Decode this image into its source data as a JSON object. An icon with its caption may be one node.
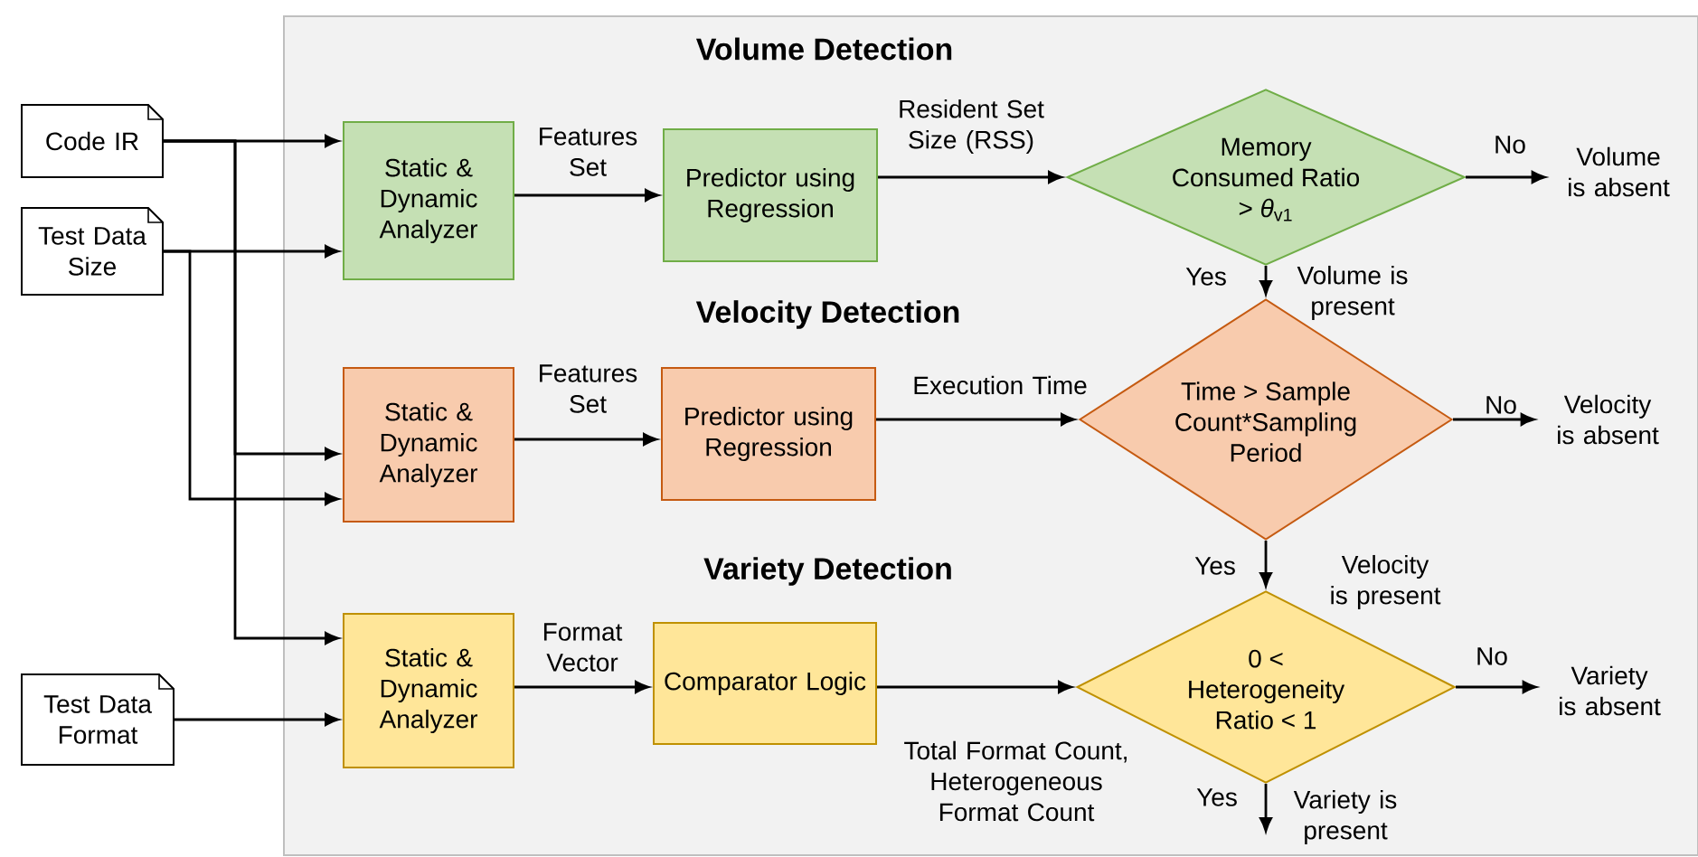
{
  "diagram": {
    "nodes": [
      {
        "text": [],
        "shape": "box"
      },
      {
        "text": [
          "Code IR"
        ]
      },
      {
        "text": [
          "Test Data Size"
        ]
      },
      {
        "text": [
          "Test Data Format"
        ]
      },
      {
        "text": [
          "Static & Dynamic Analyzer"
        ],
        "in": 0
      },
      {
        "text": [
          "Predictor using Regression"
        ],
        "in": 0
      },
      {
        "text": [
          "Memory Consumed Ratio > *θ*$_{v1}$"
        ],
        "in": 0
      },
      {
        "text": [
          "Volume is absent"
        ],
        "in": 0
      },
      {
        "text": [
          "Static & Dynamic Analyzer"
        ],
        "in": 0
      },
      {
        "text": [
          "Predictor using Regression"
        ],
        "in": 0
      },
      {
        "text": [
          "Time > Sample Count*Sampling Period"
        ],
        "in": 0
      },
      {
        "text": [
          "Velocity is absent"
        ],
        "in": 0
      },
      {
        "text": [
          "Static & Dynamic Analyzer"
        ],
        "in": 0
      },
      {
        "text": [
          "Comparator Logic"
        ],
        "in": 0
      },
      {
        "text": [
          "0 < Heterogeneity Ratio < 1"
        ],
        "in": 0
      },
      {
        "text": [
          "Variety is absent"
        ],
        "in": 0
      },
      {
        "text": [
          "Variety is present"
        ],
        "in": 0
      }
    ],
    "edges": [
      {
        "from": 1,
        "to": 4,
        "arrow": "to"
      },
      {
        "from": 1,
        "to": 8,
        "arrow": "to"
      },
      {
        "from": 1,
        "to": 12,
        "arrow": "to"
      },
      {
        "from": 2,
        "to": 4,
        "arrow": "to"
      },
      {
        "from": 2,
        "to": 8,
        "arrow": "to"
      },
      {
        "from": 3,
        "to": 12,
        "arrow": "to"
      },
      {
        "from": 4,
        "to": 5,
        "arrow": "to",
        "label": "Features Set"
      },
      {
        "from": 5,
        "to": 6,
        "arrow": "to",
        "label": "Resident Set Size (RSS)"
      },
      {
        "from": 6,
        "to": 7,
        "arrow": "to",
        "label": "No"
      },
      {
        "from": 6,
        "to": 10,
        "arrow": "to",
        "label": "Yes"
      },
      {
        "from": 8,
        "to": 9,
        "arrow": "to",
        "label": "Features Set"
      },
      {
        "from": 9,
        "to": 10,
        "arrow": "to",
        "label": "Execution Time"
      },
      {
        "from": 10,
        "to": 11,
        "arrow": "to",
        "label": "No"
      },
      {
        "from": 10,
        "to": 14,
        "arrow": "to",
        "label": "Yes"
      },
      {
        "from": 12,
        "to": 13,
        "arrow": "to",
        "label": "Format Vector"
      },
      {
        "from": 13,
        "to": 14,
        "arrow": "to",
        "label": "Total Format Count, Heterogeneous Format Count"
      },
      {
        "from": 14,
        "to": 15,
        "arrow": "to",
        "label": "No"
      },
      {
        "from": 14,
        "to": 16,
        "arrow": "to",
        "label": "Yes"
      }
    ],
    "labels": [
      "Volume Detection",
      "Volume is present",
      "Velocity Detection",
      "Velocity is present",
      "Variety Detection"
    ]
  }
}
